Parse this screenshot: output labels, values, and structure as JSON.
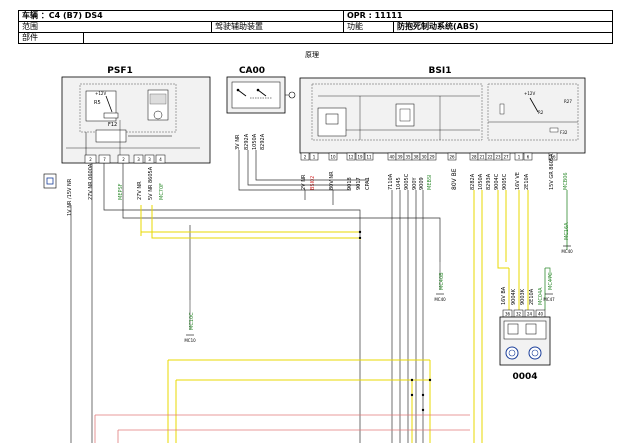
{
  "header": {
    "vehicle": "车辆 ：C4 (B7) DS4",
    "opr": "OPR : 11111",
    "scope_label": "范围",
    "scope_value": "驾驶辅助装置",
    "function_label": "功能",
    "function_value": "防抱死制动系统(ABS)",
    "part_label": "部件",
    "principle": "原理"
  },
  "modules": {
    "psf1": "PSF1",
    "ca00": "CA00",
    "bsi1": "BSI1",
    "c0004": "0004"
  },
  "psf1_inner": {
    "relay": "R5",
    "fuse": "F12",
    "supply": "+12V"
  },
  "bsi1_inner": {
    "supply": "+12V",
    "relay": "R2",
    "fuse": "F8",
    "r27": "R27",
    "f32": "F32"
  },
  "ca00_inner": {
    "icon": "ignition-switch-icon"
  },
  "c0004_inner": {
    "pump": "pump-motor-icon",
    "sensor": "brake-sensor-icon"
  },
  "psf1_pins": [
    "2",
    "7",
    "2",
    "3",
    "3",
    "4"
  ],
  "psf1_wires": [
    {
      "text": "1V NR /15V NR",
      "color": "#000000"
    },
    {
      "text": "27V NR 0600A",
      "color": "#000000"
    },
    {
      "text": "MEPSF",
      "color": "#2e8b2e"
    },
    {
      "text": "27V NR",
      "color": "#000000"
    },
    {
      "text": "5V NR 8605A",
      "color": "#000000"
    },
    {
      "text": "MC70F",
      "color": "#2e8b2e"
    }
  ],
  "ca00_wires": [
    "3V NR",
    "8292A",
    "1050A",
    "8292A"
  ],
  "bsi1_pins": [
    "2",
    "1",
    "10",
    "12",
    "19",
    "11",
    "40",
    "39",
    "35",
    "38",
    "30",
    "29",
    "26",
    "28",
    "21",
    "22",
    "23",
    "27",
    "1",
    "6",
    "16"
  ],
  "bsi1_wires": [
    {
      "text": "2V NR",
      "color": "#000000"
    },
    {
      "text": "BSI02",
      "color": "#d42020"
    },
    {
      "text": "80V NR",
      "color": "#000000"
    },
    {
      "text": "9018",
      "color": "#000000"
    },
    {
      "text": "9017",
      "color": "#000000"
    },
    {
      "text": "CPA1",
      "color": "#000000"
    },
    {
      "text": "7110A",
      "color": "#000000"
    },
    {
      "text": "1045",
      "color": "#000000"
    },
    {
      "text": "9005C",
      "color": "#000000"
    },
    {
      "text": "900Y",
      "color": "#000000"
    },
    {
      "text": "9009",
      "color": "#000000"
    },
    {
      "text": "MEBSI",
      "color": "#2e8b2e"
    },
    {
      "text": "80V BE",
      "color": "#000000"
    },
    {
      "text": "8282A",
      "color": "#000000"
    },
    {
      "text": "1050A",
      "color": "#000000"
    },
    {
      "text": "8293A",
      "color": "#000000"
    },
    {
      "text": "9004C",
      "color": "#000000"
    },
    {
      "text": "9005C",
      "color": "#000000"
    },
    {
      "text": "16V VE",
      "color": "#000000"
    },
    {
      "text": "2E10A",
      "color": "#000000"
    },
    {
      "text": "15V GR 8605A",
      "color": "#000000"
    },
    {
      "text": "MCB06",
      "color": "#2e8b2e"
    }
  ],
  "c0004_wires": [
    {
      "text": "16V BA",
      "color": "#000000"
    },
    {
      "text": "9004K",
      "color": "#000000"
    },
    {
      "text": "9003K",
      "color": "#000000"
    },
    {
      "text": "2E10A",
      "color": "#000000"
    },
    {
      "text": "MC04A",
      "color": "#2e8b2e"
    }
  ],
  "c0004_pins": [
    "36",
    "32",
    "24",
    "40"
  ],
  "ground_points": [
    {
      "code": "MC10C",
      "ref": "MC10"
    },
    {
      "code": "MC40B",
      "ref": "MC40"
    },
    {
      "code": "MC16A",
      "ref": "MC40"
    },
    {
      "code": "MC47C",
      "ref": "MC47"
    }
  ]
}
